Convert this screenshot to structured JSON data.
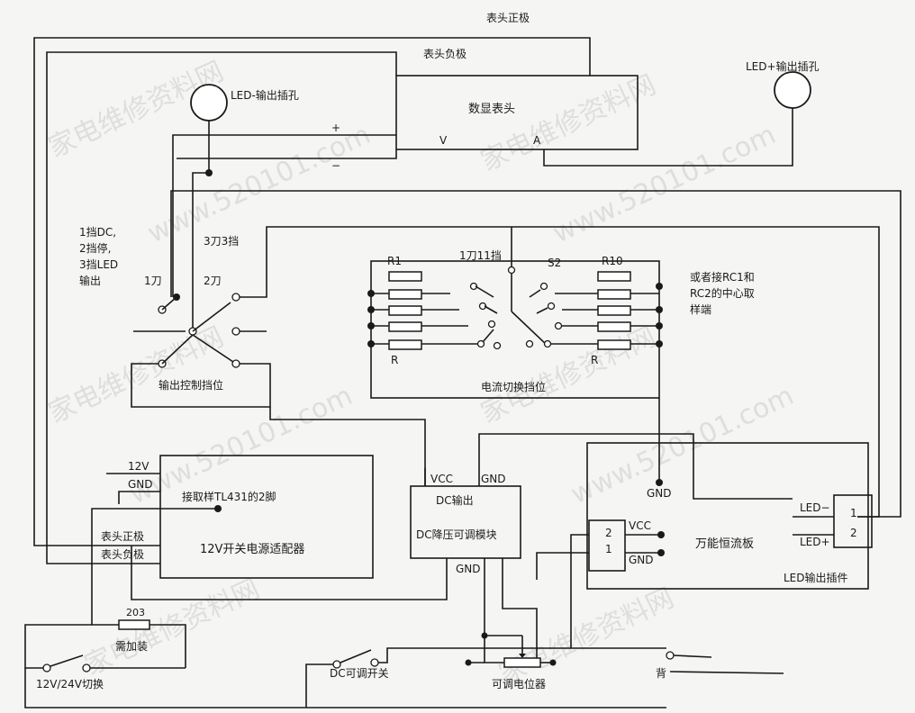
{
  "watermarks": {
    "cn": "家电维修资料网",
    "url": "www.520101.com"
  },
  "labels": {
    "meter_pos": "表头正极",
    "meter_neg": "表头负极",
    "led_plus_jack": "LED+输出插孔",
    "led_minus_jack": "LED-输出插孔",
    "digital_meter": "数显表头",
    "meter_v": "V",
    "meter_a": "A",
    "plus_sign": "+",
    "minus_sign": "−",
    "gear_line1": "1挡DC,",
    "gear_line2": "2挡停,",
    "gear_line3": "3挡LED",
    "gear_line4": "输出",
    "three_pole": "3刀3挡",
    "pole1": "1刀",
    "pole2": "2刀",
    "output_ctrl": "输出控制挡位",
    "r1": "R1",
    "r_left": "R",
    "one_pole_11": "1刀11挡",
    "s2": "S2",
    "r10": "R10",
    "r_right": "R",
    "current_switch": "电流切换挡位",
    "rc_line1": "或者接RC1和",
    "rc_line2": "RC2的中心取",
    "rc_line3": "样端",
    "v12": "12V",
    "gnd_adapter": "GND",
    "tl431": "接取样TL431的2脚",
    "adapter": "12V开关电源适配器",
    "vcc_dc": "VCC",
    "gnd_dc": "GND",
    "dc_out": "DC输出",
    "dc_module": "DC降压可调模块",
    "gnd_dc_bottom": "GND",
    "gnd_cc": "GND",
    "cc_board": "万能恒流板",
    "pin2": "2",
    "pin1": "1",
    "vcc_cc": "VCC",
    "gnd_cc2": "GND",
    "led_minus": "LED−",
    "led_plus": "LED+",
    "led_conn_1": "1",
    "led_conn_2": "2",
    "led_connector": "LED输出插件",
    "r203": "203",
    "need_add": "需加装",
    "switch_1224": "12V/24V切换",
    "dc_switch": "DC可调开关",
    "pot": "可调电位器",
    "bei": "背"
  }
}
